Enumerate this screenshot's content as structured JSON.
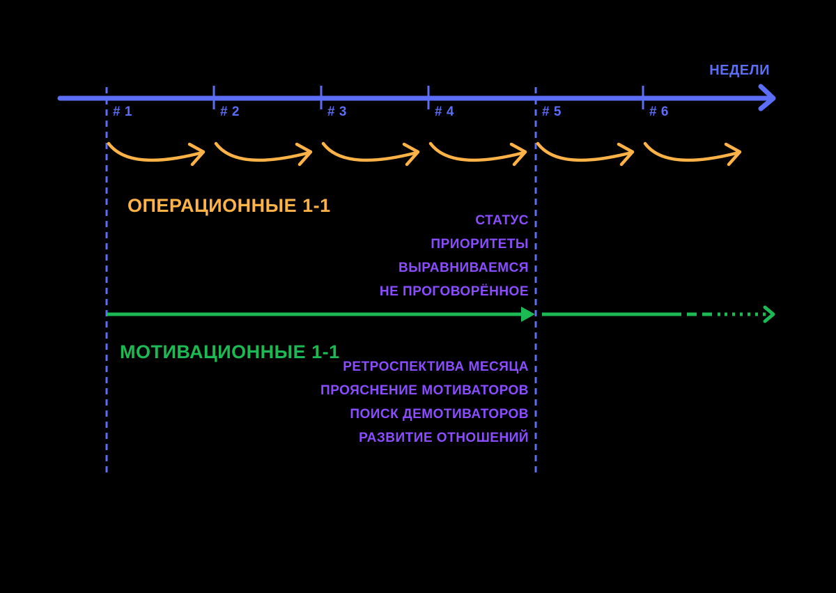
{
  "axis": {
    "label": "НЕДЕЛИ",
    "weeks": [
      "# 1",
      "# 2",
      "# 3",
      "# 4",
      "# 5",
      "# 6"
    ]
  },
  "operational": {
    "title": "ОПЕРАЦИОННЫЕ 1-1",
    "items": [
      "СТАТУС",
      "ПРИОРИТЕТЫ",
      "ВЫРАВНИВАЕМСЯ",
      "НЕ ПРОГОВОРЁННОЕ"
    ]
  },
  "motivational": {
    "title": "МОТИВАЦИОННЫЕ 1-1",
    "items": [
      "РЕТРОСПЕКТИВА МЕСЯЦА",
      "ПРОЯСНЕНИЕ МОТИВАТОРОВ",
      "ПОИСК ДЕМОТИВАТОРОВ",
      "РАЗВИТИЕ ОТНОШЕНИЙ"
    ]
  },
  "colors": {
    "background": "#000000",
    "axis": "#5b6ef5",
    "operational": "#ffb347",
    "motivational": "#1db954",
    "items": "#8a4dff",
    "divider": "#5b6ef5"
  }
}
